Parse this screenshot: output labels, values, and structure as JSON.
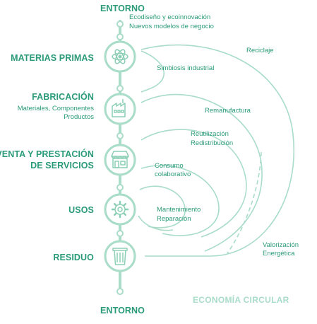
{
  "diagram": {
    "entorno_top": "ENTORNO",
    "entorno_bottom": "ENTORNO",
    "top_notes": [
      "Ecodiseño y ecoinnovación",
      "Nuevos modelos de negocio"
    ],
    "stages": [
      {
        "id": "materias-primas",
        "title_lines": [
          "MATERIAS PRIMAS"
        ],
        "subtitle_lines": [],
        "icon": "atom-icon"
      },
      {
        "id": "fabricacion",
        "title_lines": [
          "FABRICACIÓN"
        ],
        "subtitle_lines": [
          "Materiales, Componentes",
          "Productos"
        ],
        "icon": "factory-icon"
      },
      {
        "id": "venta",
        "title_lines": [
          "VENTA Y PRESTACIÓN",
          "DE SERVICIOS"
        ],
        "subtitle_lines": [],
        "icon": "store-icon"
      },
      {
        "id": "usos",
        "title_lines": [
          "USOS"
        ],
        "subtitle_lines": [],
        "icon": "gear-icon"
      },
      {
        "id": "residuo",
        "title_lines": [
          "RESIDUO"
        ],
        "subtitle_lines": [],
        "icon": "trash-bin-icon"
      }
    ],
    "loops": {
      "reciclaje": [
        "Reciclaje"
      ],
      "simbiosis": [
        "Simbiosis industrial"
      ],
      "remanufactura": [
        "Remanufactura"
      ],
      "reutilizacion": [
        "Reutilización",
        "Redistribución"
      ],
      "consumo": [
        "Consumo",
        "colaborativo"
      ],
      "mantenimiento": [
        "Mantenimiento",
        "Reparación"
      ],
      "valorizacion": [
        "Valorización",
        "Energética"
      ]
    },
    "footer_title": "ECONOMÍA CIRCULAR",
    "colors": {
      "primary": "#2a9a78",
      "line": "#a9dcc9",
      "circle_fill": "#ffffff",
      "icon": "#8ccfb6"
    }
  }
}
